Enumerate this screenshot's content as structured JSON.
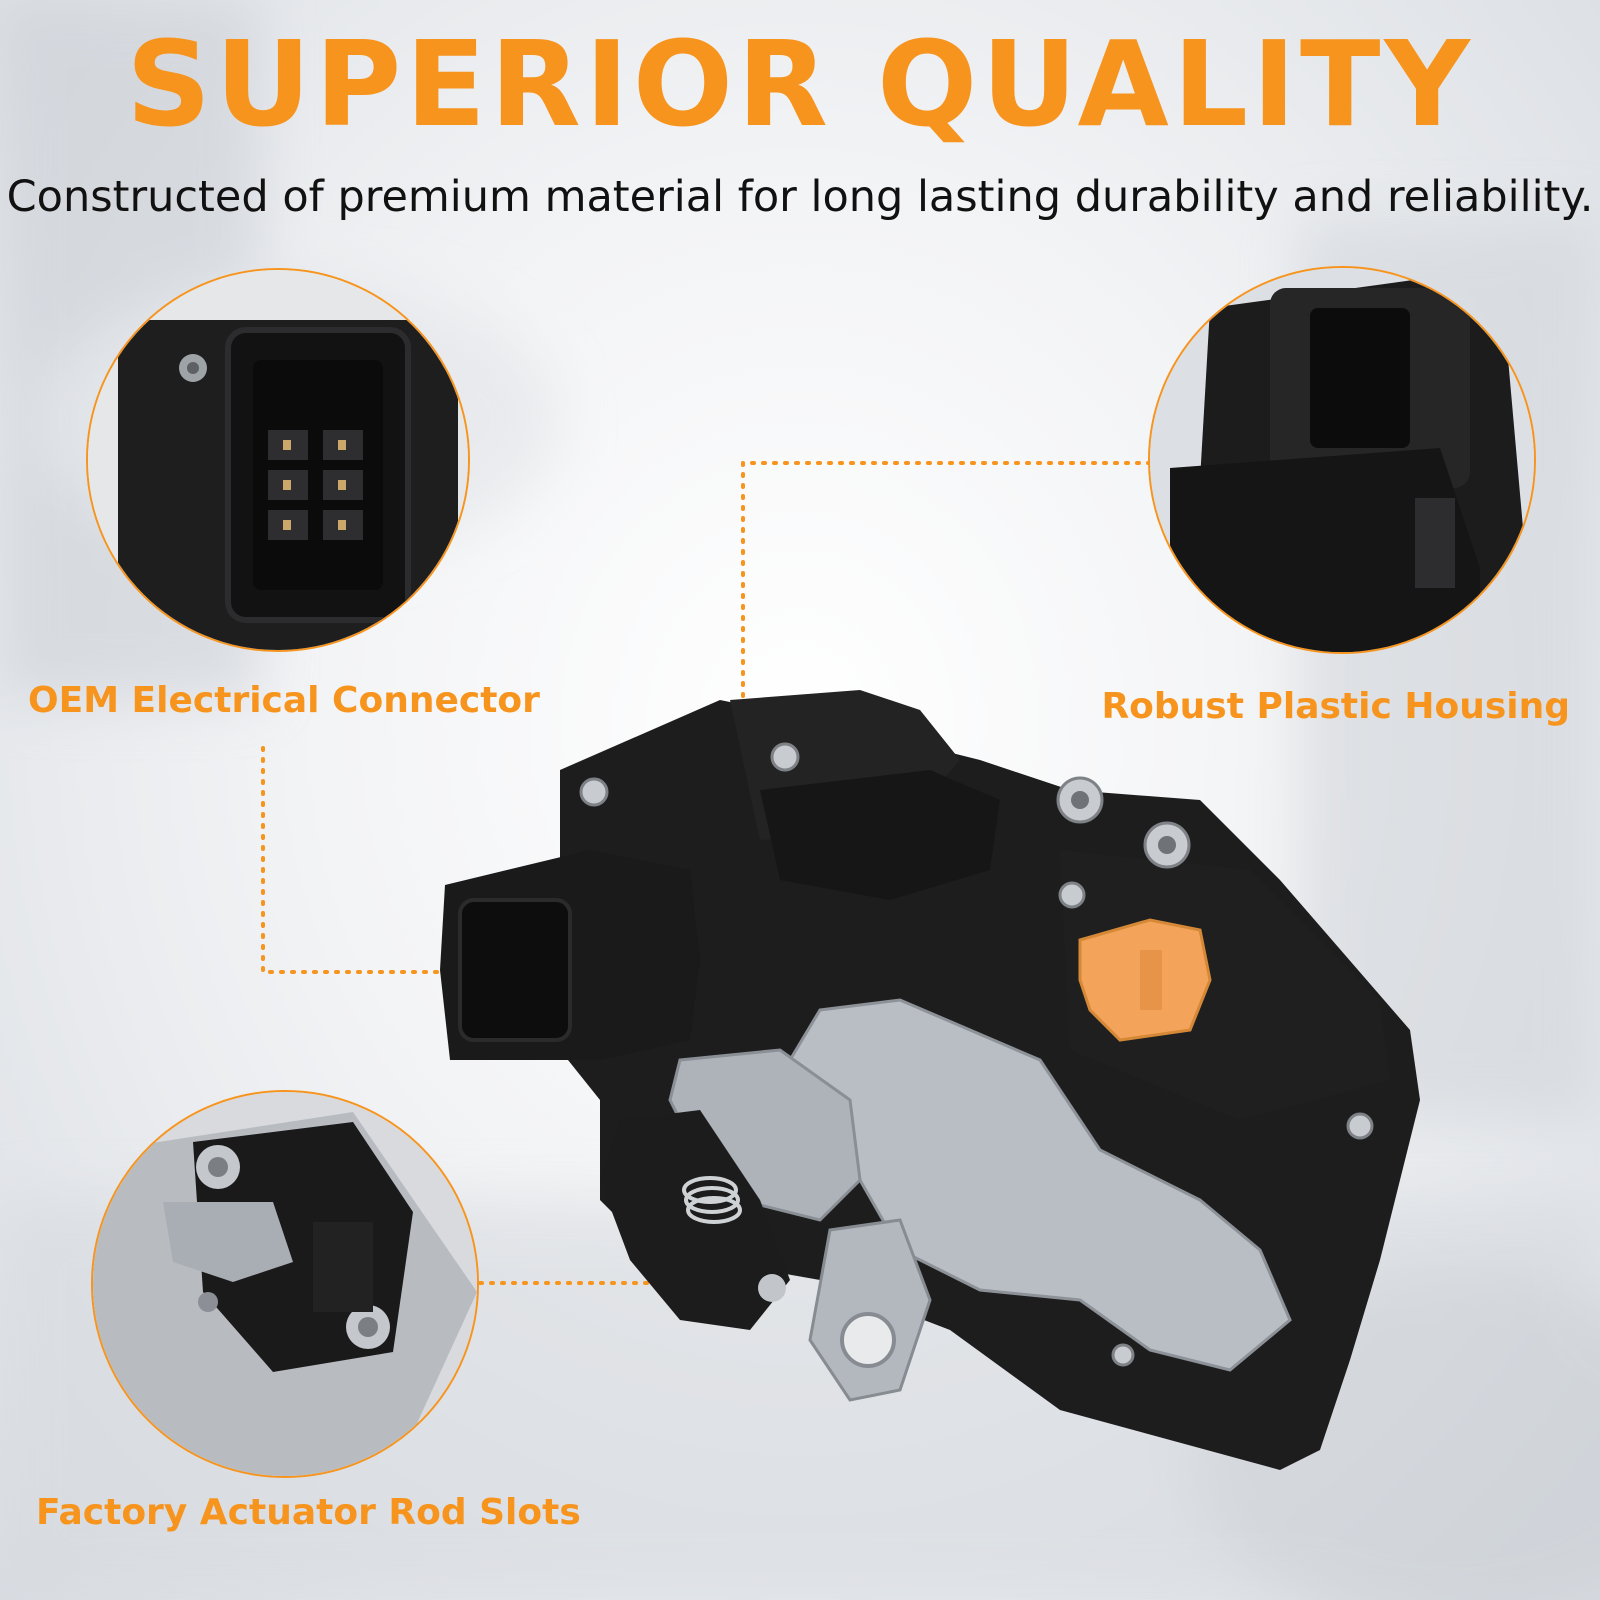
{
  "headline": "SUPERIOR QUALITY",
  "subtitle": "Constructed of premium material for long lasting durability and reliability.",
  "callouts": [
    {
      "label": "OEM Electrical Connector"
    },
    {
      "label": "Robust Plastic Housing"
    },
    {
      "label": "Factory Actuator Rod Slots"
    }
  ],
  "colors": {
    "accent": "#F7941D",
    "text": "#111111",
    "plastic": "#1b1b1c",
    "metal": "#b9bec4",
    "clip": "#F4A45A"
  },
  "icons": [
    "connector-closeup",
    "housing-closeup",
    "actuator-closeup",
    "door-lock-actuator"
  ]
}
